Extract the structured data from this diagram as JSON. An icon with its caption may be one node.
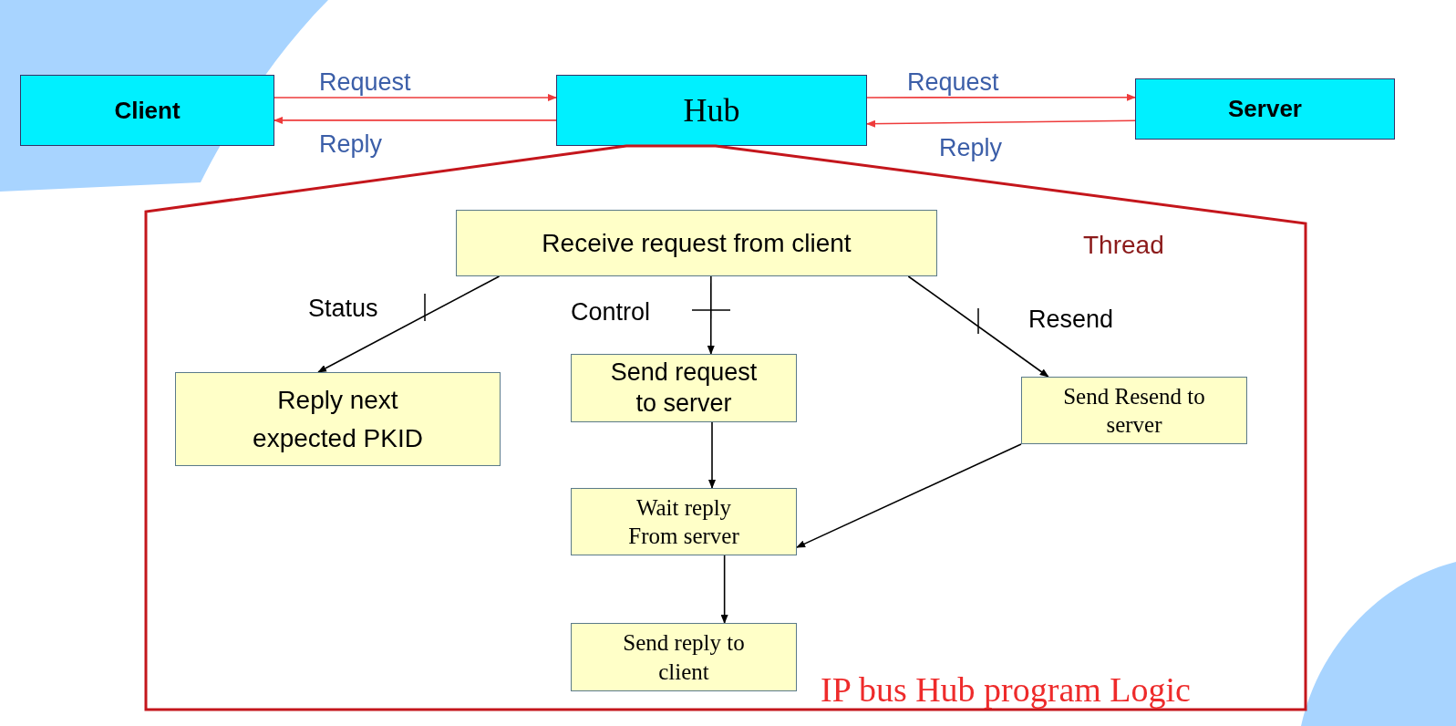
{
  "diagram": {
    "caption": "IP bus Hub program Logic",
    "nodes": [
      {
        "text": [
          "Client"
        ]
      },
      {
        "text": [
          "Hub"
        ]
      },
      {
        "text": [
          "Server"
        ]
      },
      {
        "text": [
          "Thread"
        ]
      },
      {
        "text": [
          "Receive request from client"
        ],
        "in": 3
      },
      {
        "text": [
          "Reply next expected PKID"
        ],
        "in": 3
      },
      {
        "text": [
          "Send request to server"
        ],
        "in": 3
      },
      {
        "text": [
          "Send Resend to server"
        ],
        "in": 3
      },
      {
        "text": [
          "Wait reply From server"
        ],
        "in": 3
      },
      {
        "text": [
          "Send reply to client"
        ],
        "in": 3
      }
    ],
    "edges": [
      {
        "from": 0,
        "to": 1,
        "arrow": "to",
        "label": "Request",
        "color": "#ee3b3b"
      },
      {
        "from": 1,
        "to": 0,
        "arrow": "to",
        "label": "Reply",
        "color": "#ee3b3b"
      },
      {
        "from": 1,
        "to": 2,
        "arrow": "to",
        "label": "Request",
        "color": "#ee3b3b"
      },
      {
        "from": 2,
        "to": 1,
        "arrow": "to",
        "label": "Reply",
        "color": "#ee3b3b"
      },
      {
        "from": 4,
        "to": 5,
        "arrow": "to",
        "label": "Status"
      },
      {
        "from": 4,
        "to": 6,
        "arrow": "to",
        "label": "Control"
      },
      {
        "from": 4,
        "to": 7,
        "arrow": "to",
        "label": "Resend"
      },
      {
        "from": 6,
        "to": 8,
        "arrow": "to"
      },
      {
        "from": 7,
        "to": 8,
        "arrow": "to"
      },
      {
        "from": 8,
        "to": 9,
        "arrow": "to"
      }
    ]
  }
}
